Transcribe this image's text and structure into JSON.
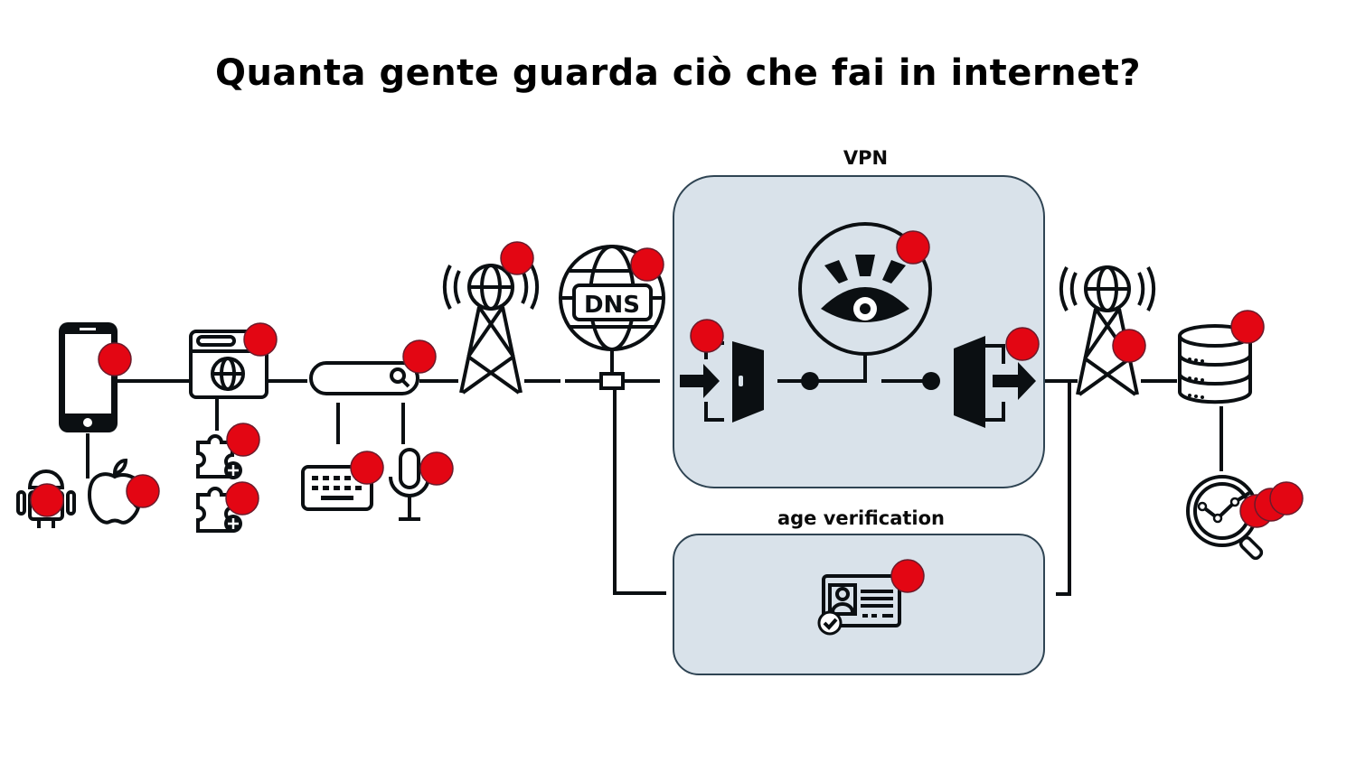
{
  "title": "Quanta gente guarda ciò che fai in internet?",
  "groups": {
    "vpn_label": "VPN",
    "age_verification_label": "age verification"
  },
  "nodes": {
    "dns_label": "DNS"
  },
  "colors": {
    "marker": "#e30613",
    "box_fill": "#d9e2ea",
    "box_border": "#2f4453"
  }
}
